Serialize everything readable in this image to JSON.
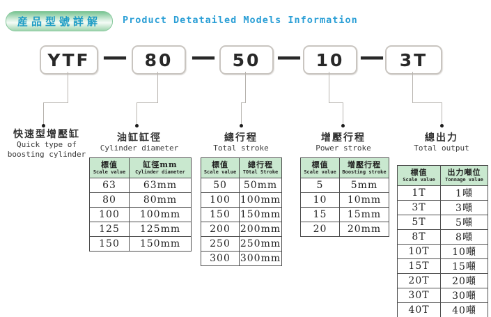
{
  "header": {
    "badge_label": "産品型號詳解",
    "title": "Product Detatailed Models Information"
  },
  "model_code": {
    "segments": [
      "YTF",
      "80",
      "50",
      "10",
      "3T"
    ],
    "separator": "—"
  },
  "columns": [
    {
      "title_zh": "快速型增壓缸",
      "title_en_line1": "Quick type of",
      "title_en_line2": "boosting cylinder"
    },
    {
      "title_zh": "油缸缸徑",
      "title_en_line1": "Cylinder diameter"
    },
    {
      "title_zh": "總行程",
      "title_en_line1": "Total stroke"
    },
    {
      "title_zh": "增壓行程",
      "title_en_line1": "Power stroke"
    },
    {
      "title_zh": "總出力",
      "title_en_line1": "Total output"
    }
  ],
  "tables": [
    {
      "id": "cylinder-diameter",
      "headers": [
        {
          "zh": "標值",
          "en": "Scale value"
        },
        {
          "zh": "缸徑mm",
          "en": "Cylinder diameter"
        }
      ],
      "rows": [
        [
          "63",
          "63mm"
        ],
        [
          "80",
          "80mm"
        ],
        [
          "100",
          "100mm"
        ],
        [
          "125",
          "125mm"
        ],
        [
          "150",
          "150mm"
        ]
      ]
    },
    {
      "id": "total-stroke",
      "headers": [
        {
          "zh": "標值",
          "en": "Scale value"
        },
        {
          "zh": "總行程",
          "en": "TOtal Stroke"
        }
      ],
      "rows": [
        [
          "50",
          "50mm"
        ],
        [
          "100",
          "100mm"
        ],
        [
          "150",
          "150mm"
        ],
        [
          "200",
          "200mm"
        ],
        [
          "250",
          "250mm"
        ],
        [
          "300",
          "300mm"
        ]
      ]
    },
    {
      "id": "power-stroke",
      "headers": [
        {
          "zh": "標值",
          "en": "Scale value"
        },
        {
          "zh": "增壓行程",
          "en": "Boosting stroke"
        }
      ],
      "rows": [
        [
          "5",
          "5mm"
        ],
        [
          "10",
          "10mm"
        ],
        [
          "15",
          "15mm"
        ],
        [
          "20",
          "20mm"
        ]
      ]
    },
    {
      "id": "total-output",
      "headers": [
        {
          "zh": "標值",
          "en": "Scale value"
        },
        {
          "zh": "出力噸位",
          "en": "Tonnage value"
        }
      ],
      "rows": [
        [
          "1T",
          "1噸"
        ],
        [
          "3T",
          "3噸"
        ],
        [
          "5T",
          "5噸"
        ],
        [
          "8T",
          "8噸"
        ],
        [
          "10T",
          "10噸"
        ],
        [
          "15T",
          "15噸"
        ],
        [
          "20T",
          "20噸"
        ],
        [
          "30T",
          "30噸"
        ],
        [
          "40T",
          "40噸"
        ]
      ]
    }
  ],
  "colors": {
    "accent_blue": "#2b9fd6",
    "badge_text_blue": "#1e9cc4",
    "badge_green": "#9fd4ae",
    "table_header_green": "#c9e8cf",
    "connector_gray": "#b7b3ae"
  }
}
